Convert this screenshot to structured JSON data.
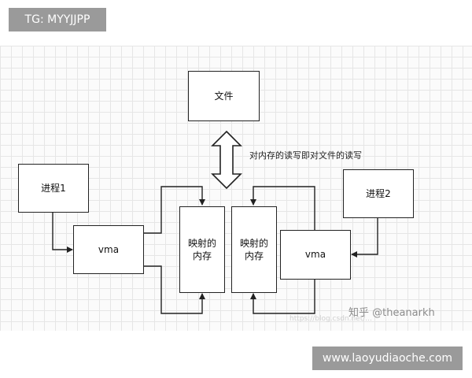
{
  "watermarks": {
    "top_left": "TG: MYYJJPP",
    "bottom_right": "www.laoyudiaoche.com",
    "zhihu": "知乎 @theanarkh",
    "blog": "https://blog.csdn.net/..."
  },
  "diagram": {
    "file_box": "文件",
    "note": "对内存的读写即对文件的读写",
    "process1": "进程1",
    "process2": "进程2",
    "vma_left": "vma",
    "vma_right": "vma",
    "mapped_left_line1": "映射的",
    "mapped_left_line2": "内存",
    "mapped_right_line1": "映射的",
    "mapped_right_line2": "内存"
  },
  "colors": {
    "line": "#222222",
    "grid": "#e6e6e6",
    "tag_bg": "#9a9a9a"
  }
}
